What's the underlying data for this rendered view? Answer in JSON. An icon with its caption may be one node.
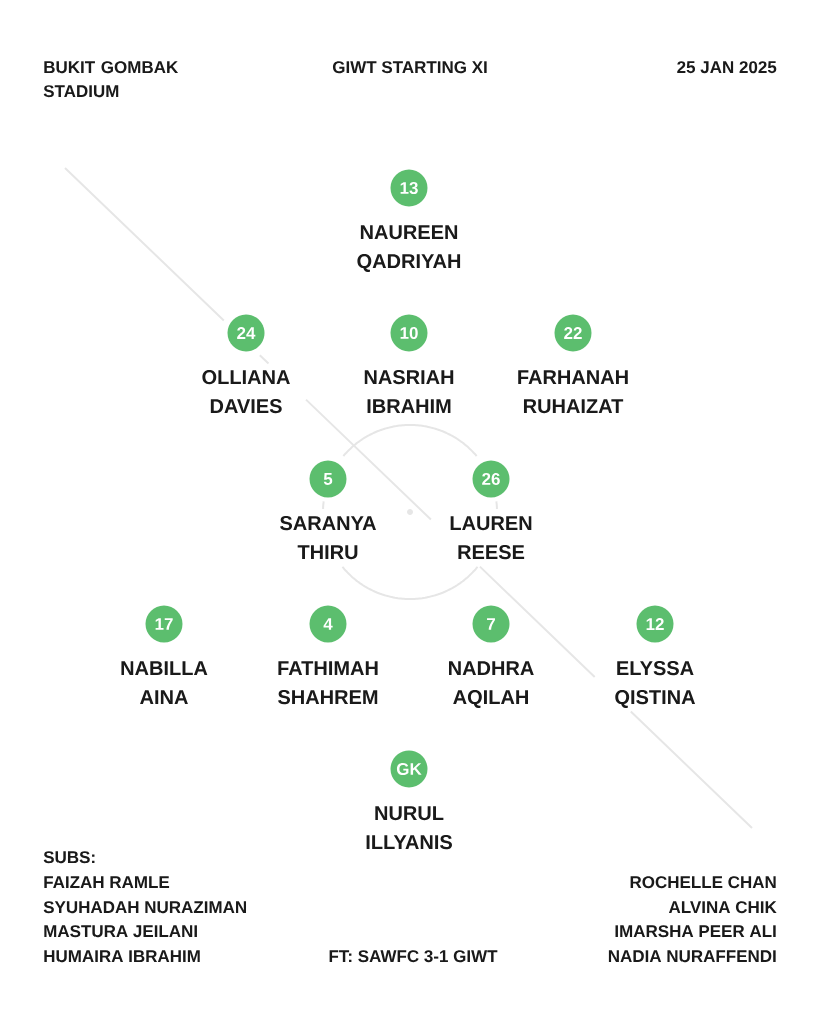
{
  "diagram": {
    "title": "GIWT STARTING XI",
    "nodes": [
      {
        "text": [
          "13"
        ],
        "beside": [
          "NAUREEN QADRIYAH"
        ]
      },
      {
        "text": [
          "24"
        ],
        "beside": [
          "OLLIANA DAVIES"
        ]
      },
      {
        "text": [
          "10"
        ],
        "beside": [
          "NASRIAH IBRAHIM"
        ]
      },
      {
        "text": [
          "22"
        ],
        "beside": [
          "FARHANAH RUHAIZAT"
        ]
      },
      {
        "text": [
          "5"
        ],
        "beside": [
          "SARANYA THIRU"
        ]
      },
      {
        "text": [
          "26"
        ],
        "beside": [
          "LAUREN REESE"
        ]
      },
      {
        "text": [
          "17"
        ],
        "beside": [
          "NABILLA AINA"
        ]
      },
      {
        "text": [
          "4"
        ],
        "beside": [
          "FATHIMAH SHAHREM"
        ]
      },
      {
        "text": [
          "7"
        ],
        "beside": [
          "NADHRA AQILAH"
        ]
      },
      {
        "text": [
          "12"
        ],
        "beside": [
          "ELYSSA QISTINA"
        ]
      },
      {
        "text": [
          "GK"
        ],
        "beside": [
          "NURUL ILLYANIS"
        ]
      }
    ],
    "labels": [
      "BUKIT GOMBAK STADIUM",
      "25 JAN 2025",
      "SUBS:",
      "FAIZAH RAMLE",
      "ROCHELLE CHAN",
      "SYUHADAH NURAZIMAN",
      "ALVINA CHIK",
      "MASTURA JEILANI",
      "IMARSHA PEER ALI",
      "HUMAIRA IBRAHIM",
      "FT: SAWFC 3-1 GIWT",
      "NADIA NURAFFENDI"
    ]
  }
}
